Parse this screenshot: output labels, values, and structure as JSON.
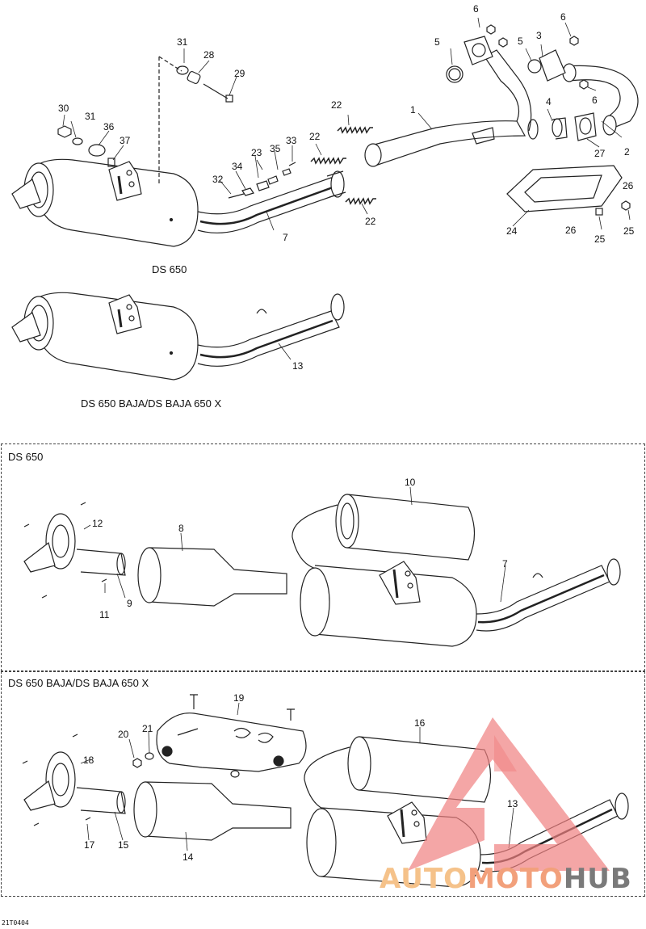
{
  "diagram": {
    "top_models": {
      "upper": "DS 650",
      "lower": "DS 650 BAJA/DS BAJA 650 X"
    },
    "sections": [
      {
        "title": "DS 650"
      },
      {
        "title": "DS 650 BAJA/DS BAJA 650 X"
      }
    ],
    "callouts": {
      "c1": "1",
      "c2": "2",
      "c3": "3",
      "c4": "4",
      "c5a": "5",
      "c5b": "5",
      "c6a": "6",
      "c6b": "6",
      "c6c": "6",
      "c7": "7",
      "c13": "13",
      "c22a": "22",
      "c22b": "22",
      "c22c": "22",
      "c23": "23",
      "c24": "24",
      "c25a": "25",
      "c25b": "25",
      "c26a": "26",
      "c26b": "26",
      "c27": "27",
      "c28": "28",
      "c29": "29",
      "c30": "30",
      "c31a": "31",
      "c31b": "31",
      "c32": "32",
      "c33": "33",
      "c34": "34",
      "c35": "35",
      "c36": "36",
      "c37": "37",
      "s1_7": "7",
      "s1_8": "8",
      "s1_9": "9",
      "s1_10": "10",
      "s1_11": "11",
      "s1_12": "12",
      "s2_13": "13",
      "s2_14": "14",
      "s2_15": "15",
      "s2_16": "16",
      "s2_17": "17",
      "s2_18": "18",
      "s2_19": "19",
      "s2_20": "20",
      "s2_21": "21"
    },
    "drawing_code": "21T0404"
  },
  "watermark": {
    "brand_part1": "AUTO",
    "brand_part2": "MOTO",
    "brand_part3": "HUB",
    "color_triangle": "#f08080",
    "color_auto": "#f5c28a",
    "color_moto": "#f2a07b",
    "color_hub": "#7a7a7a"
  }
}
